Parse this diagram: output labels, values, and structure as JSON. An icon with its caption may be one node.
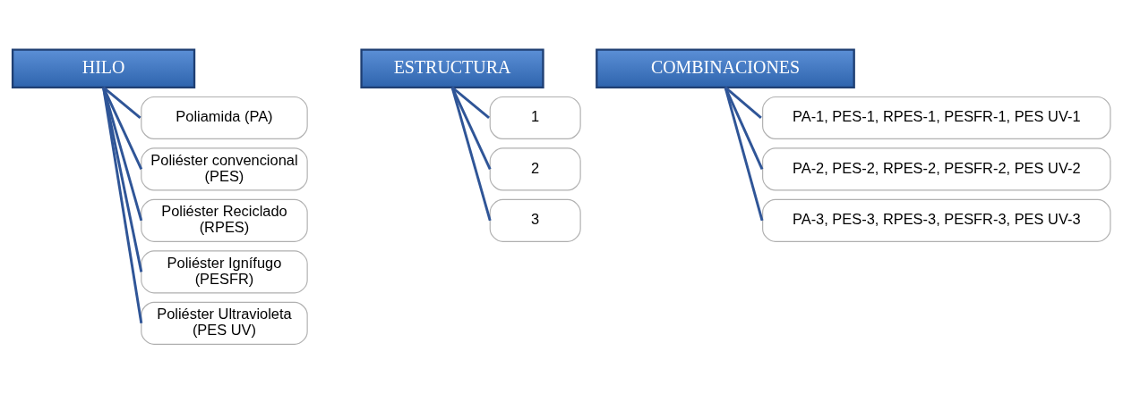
{
  "diagram": {
    "nodes": [
      {
        "text": [
          "HILO"
        ]
      },
      {
        "text": [
          "Poliamida (PA)"
        ]
      },
      {
        "text": [
          "Poliéster convencional (PES)"
        ]
      },
      {
        "text": [
          "Poliéster Reciclado (RPES)"
        ]
      },
      {
        "text": [
          "Poliéster Ignífugo (PESFR)"
        ]
      },
      {
        "text": [
          "Poliéster Ultravioleta (PES UV)"
        ]
      },
      {
        "text": [
          "ESTRUCTURA"
        ]
      },
      {
        "text": [
          "1"
        ]
      },
      {
        "text": [
          "2"
        ]
      },
      {
        "text": [
          "3"
        ]
      },
      {
        "text": [
          "COMBINACIONES"
        ]
      },
      {
        "text": [
          "PA-1, PES-1, RPES-1, PESFR-1, PES UV-1"
        ]
      },
      {
        "text": [
          "PA-2, PES-2, RPES-2, PESFR-2, PES UV-2"
        ]
      },
      {
        "text": [
          "PA-3, PES-3, RPES-3, PESFR-3, PES UV-3"
        ]
      }
    ],
    "edges": [
      {
        "from": 0,
        "to": 1,
        "arrow": "none"
      },
      {
        "from": 0,
        "to": 2,
        "arrow": "none"
      },
      {
        "from": 0,
        "to": 3,
        "arrow": "none"
      },
      {
        "from": 0,
        "to": 4,
        "arrow": "none"
      },
      {
        "from": 0,
        "to": 5,
        "arrow": "none"
      },
      {
        "from": 6,
        "to": 7,
        "arrow": "none"
      },
      {
        "from": 6,
        "to": 8,
        "arrow": "none"
      },
      {
        "from": 6,
        "to": 9,
        "arrow": "none"
      },
      {
        "from": 10,
        "to": 11,
        "arrow": "none"
      },
      {
        "from": 10,
        "to": 12,
        "arrow": "none"
      },
      {
        "from": 10,
        "to": 13,
        "arrow": "none"
      }
    ]
  }
}
